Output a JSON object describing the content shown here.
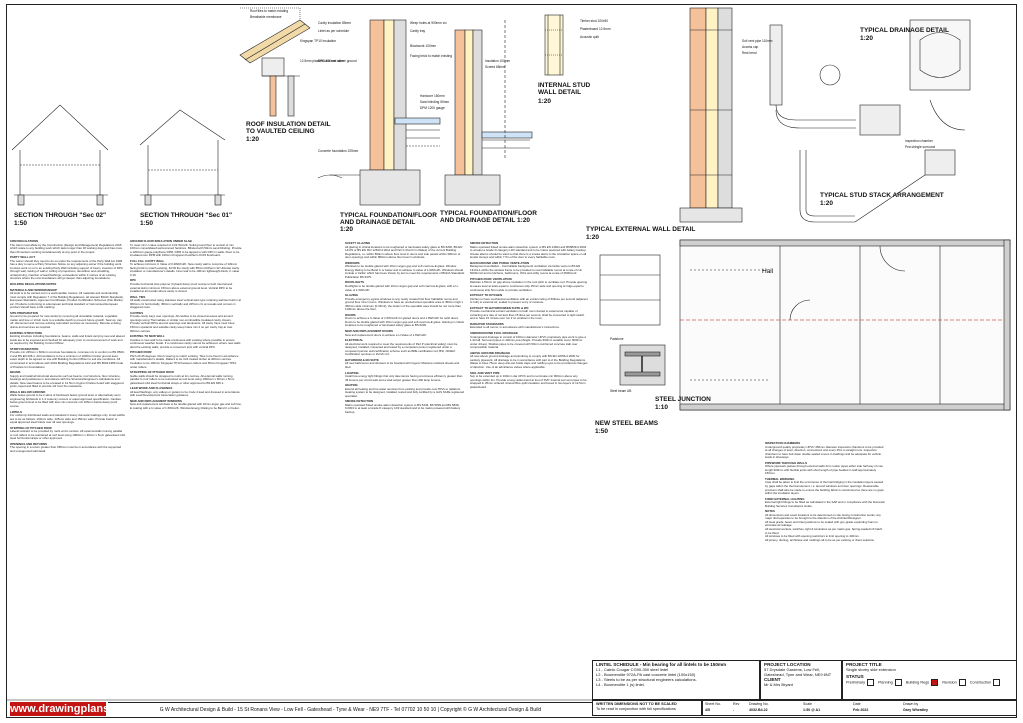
{
  "sections": {
    "sec02": "SECTION THROUGH \"Sec 02\"",
    "sec02_scale": "1:50",
    "sec01": "SECTION THROUGH \"Sec 01\"",
    "sec01_scale": "1:50",
    "roof": "ROOF INSULATION DETAIL\nTO VAULTED CEILING",
    "roof_scale": "1:20",
    "foundation1": "TYPICAL FOUNDATION/FLOOR\nAND DRAINAGE DETAIL",
    "foundation1_scale": "1:20",
    "foundation2": "TYPICAL FOUNDATION/FLOOR\nAND DRAINAGE DETAIL 1:20",
    "stud": "INTERNAL STUD\nWALL DETAIL",
    "stud_scale": "1:20",
    "ext_wall": "TYPICAL EXTERNAL WALL DETAIL",
    "ext_wall_scale": "1:20",
    "drainage": "TYPICAL DRAINAGE DETAIL",
    "drainage_scale": "1:20",
    "stack": "TYPICAL STUD STACK ARRANGEMENT",
    "stack_scale": "1:20",
    "steel_junction": "STEEL JUNCTION",
    "steel_scale": "1:10",
    "new_steel": "NEW STEEL BEAMS",
    "new_steel_scale": "1:50",
    "hall": "Hall"
  },
  "notes": {
    "col1": [
      {
        "h": "CDM REGULATIONS",
        "t": "The client must abide by the Construction (Design and Management) Regulations 2015 which relate to any building work which lasts longer than 30 working days and has more than 20 workers working simultaneously at any point in the project."
      },
      {
        "h": "PARTY WALL ACT",
        "t": "The owner should they need to do so under the requirements of the Party Wall Act 1996 has a duty to serve a Party Structure Notice on any adjoining owner if the building work involves work on or to an existing Party Wall including support of beam, insertion of DPC through wall, raising of wall or cutting of projections, demolition and rebuilding, underpinning, insertion of lead flashings, excavations within 3 metres of an existing structure where the new foundations will go deeper than adjoining foundations."
      },
      {
        "h": "BUILDING REGULATIONS NOTES",
        "t": ""
      },
      {
        "h": "MATERIALS AND WORKMANSHIP",
        "t": "All work is to be carried out in a workmanlike manner. All materials and workmanship must comply with Regulation 7 of the Building Regulations, all relevant British Standards, European Standards, Agrement Certificates, Product Certification Schemes (Kite Marks) etc. Products conforming to a European technical standard or harmonised European product should have a CE marking."
      },
      {
        "h": "SITE PREPARATION",
        "t": "Ground to be prepared for new works by removing all unsuitable material, vegetable matter and tree or shrub roots to a suitable depth to prevent future growth. Seal up, cap off, disconnect and remove existing redundant services as necessary. Reroute existing drains and services as required."
      },
      {
        "h": "EXISTING STRUCTURE",
        "t": "Existing structure including foundations, beams, walls and lintels carrying new and altered loads are to be exposed and checked for adequacy prior to commencement of work and as required by the Building Control Officer."
      },
      {
        "h": "STRIP FOUNDATION",
        "t": "Provide min 225mm x 600mm concrete foundations, concrete mix to conform to BS 8500-2 and BS EN 206-1. All foundations to be a minimum of 1000mm below ground level, exact depth to be agreed on site with Building Control Officer to suit site conditions. All constructed in accordance with 2004 Building Regulations A1/2 and BS 8004:1986 Code of Practice for Foundations."
      },
      {
        "h": "BEAMS",
        "t": "Supply and install all structural elements such as beams, roof structure, floor structure, bearings and padstones in accordance with the Structural Engineer's calculations and details. New steel beams to be encased in 12.5mm Gyproc Fireline board with staggered joints, taped and filled to provide 1/2 hour fire resistance."
      },
      {
        "h": "WALLS BELOW GROUND",
        "t": "Walls below ground to be 2 skins of blockwork below ground level or alternatively semi engineering brickwork in 1:4 masonry cement or equal approved specification. Cavities below ground level to be filled with lean mix concrete min 225mm below damp proof course."
      },
      {
        "h": "LINTELS",
        "t": "For uniformly distributed loads and standard 2 storey domestic loadings only. Lintel widths are to be as follows: 100mm wide, 125mm wide and 150mm wide. Provide Catnic or equal approved steel lintels over all new openings."
      },
      {
        "h": "STEPPING OF PITCHED ROOF",
        "t": "Lateral restraint to be provided by roofs at 2m centres. All external walls running parallel to roof rafters to be restrained at roof level using 1000mm x 30mm x 5mm galvanised mild steel horizontal straps or other approved."
      },
      {
        "h": "OPENINGS AND RETURNS",
        "t": "The opening in a return greater than 665mm must be in accordance with the supported and unsupported wall detail."
      }
    ],
    "col2": [
      {
        "h": "GROUND FLOOR INSULATION UNDER SLAB",
        "t": "To meet min U value required of 0.22 W/m2K. Solid ground floor to consist of min 100mm consolidated well-rammed hardcore. Blinded with 50mm sand blinding. Provide a 1200mm gauge polythene DPM. DPM to be lapped in with DPC in walls. Floor to be insulated over DPM with 100mm Kingspan Kooltherm K103 floorboard."
      },
      {
        "h": "FULL FILL CAVITY WALL",
        "t": "To achieve minimum U Value of 0.28W/m2K. New cavity wall to comprise of 102mm facing brick to match existing, full fill the cavity with 85mm Dritherm 32 Ultimate cavity insulation or manufacturer's details. Inner leaf to be 100mm lightweight block, K value 0.19."
      },
      {
        "h": "DPC",
        "t": "Provide horizontal strip polymer (hyload) damp proof course to both internal and external skins minimum 150mm above external ground level. Vertical DPC to be installed at all reveals where cavity is closed."
      },
      {
        "h": "WALL TIES",
        "t": "All walls constructed using stainless steel vertical twist type retaining wall ties built in at 900mm c/c horizontally, 450mm vertically and 225mm c/c at reveals and corners in staggered rows."
      },
      {
        "h": "CAVITIES",
        "t": "Provide cavity trays over openings. All cavities to be closed at eaves and around openings using Thermabate or similar non-combustible insulated cavity closers. Provide vertical DPCs around openings and abutments. All cavity trays must have 150mm upstands and suitable cavity weep holes min 2 no per cavity tray at max 900mm centres."
      },
      {
        "h": "EXISTING TO NEW WALL",
        "t": "Cavities in new wall to be made continuous with existing where possible to ensure continuous weather break. If a continuous cavity cannot be achieved, where new walls abut the existing walls, provide a movement joint with vertical DPC."
      },
      {
        "h": "PITCHED ROOF",
        "t": "Pitch 20-45 degrees. Roof covering to match existing. Tiles to be fixed in accordance with manufacturer's details. Rafters to be C24 treated timber at 400mm centres. Insulation to be 100mm Kingspan TP10 between rafters and 50mm Kingspan TP10 under rafters."
      },
      {
        "h": "STRAPPING OF PITCHED ROOF",
        "t": "Gable walls should be strapped to roofs at 2m centres. All external walls running parallel to roof rafters to be restrained at roof level using 1000mm x 30mm x 5mm galvanised mild steel horizontal straps or other approved to BS EN 845-1."
      },
      {
        "h": "LEAD WORK AND FLASHINGS",
        "t": "All lead flashings, any valleys or gutters to be Code 4 lead and dressed in accordance with Lead Development Association guidance."
      },
      {
        "h": "NEW AND REPLACEMENT WINDOWS",
        "t": "New and replacement windows to be double glazed with 16mm argon gas and soft low-E coating with a U-value of 1.6W/m2K. Window Energy Rating to be Band C or better."
      }
    ],
    "col3": [
      {
        "h": "SAFETY GLAZING",
        "t": "All glazing in critical locations to be toughened or laminated safety glass to BS 6206, BS EN 14179 or BS EN ISO 12543-2:2011 and Part K (Part N in Wales) of the current Building Regulations, i.e. within 800mm above floor level in doors and side panels within 300mm of door openings and within 800mm above floor level in windows."
      },
      {
        "h": "WINDOWS",
        "t": "Windows to be double glazed with 16mm argon gap and soft coat low-E glass. Window Energy Rating to be Band C or better and to achieve U-value of 1.6W/m2K. Windows should include a 'trickle' which has been shown by test to meet the requirements of British Standards Publication BS 6375."
      },
      {
        "h": "ROOFLIGHTS",
        "t": "Rooflights to be double glazed with 16mm argon gap and soft coat low-E glass, with a U-value of 1.6W/m2K."
      },
      {
        "h": "GLAZING",
        "t": "Provide emergency egress windows to any newly created first floor habitable rooms and ground floor inner rooms. Windows to have an unobstructed openable area of 450mm high x 450mm wide minimum (0.33m2), the bottom of the openable area should be not more than 1100mm above the floor."
      },
      {
        "h": "DOORS",
        "t": "Doors to achieve a U-Value of 1.6W/m2K for glazed doors and 1.8W/m2K for solid doors. Doors to be double glazed with 16mm argon gap and soft coat low-E glass. Glazing in critical locations to be toughened or laminated safety glass to BS 6206."
      },
      {
        "h": "NEW AND REPLACEMENT DOORS",
        "t": "New and replacement doors to achieve a U-Value of 1.6W/m2K."
      },
      {
        "h": "ELECTRICAL",
        "t": "All electrical work required to meet the requirements of Part P (electrical safety) must be designed, installed, inspected and tested by a competent person registered under a competent person self-certification scheme such as BRE certification Ltd, BSI, NICEIC Certification services or Zurich Ltd."
      },
      {
        "h": "BATHROOM & EN SUITE",
        "t": "All new bathrooms and showers to be boarded with Gyproc Moisture resistant sheets and tiled."
      },
      {
        "h": "LIGHTING",
        "t": "Install low energy light fittings that only take lamps having a luminous efficiency greater than 45 lumens per circuit-watt and a total output greater than 400 lamp lumens."
      },
      {
        "h": "HEATING",
        "t": "Extend all heating and hot water services from existing and provide new TRVs to radiators. Heating system to be designed, installed, tested and fully certified by a GAS SAFE registered specialist."
      },
      {
        "h": "SMOKE DETECTION",
        "t": "Mains operated linked smoke alarm detection system to BS 5446, BS 5839 and BS 5839-6:2004 to at least a Grade D category LD3 standard and to be mains powered with battery backup."
      }
    ],
    "col4": [
      {
        "h": "SMOKE DETECTION",
        "t": "Mains operated linked smoke alarm detection system to BS EN 14604 and BS5839-6:2004 to at least a Grade D category LD3 standard and to be mains powered with battery backup. Smoke alarms should be sited so that there is a smoke alarm in the circulation space on all levels/ storeys and within 7.5m of the door to every habitable room."
      },
      {
        "h": "BACKGROUND AND PURGE VENTILATION",
        "t": "Background ventilation - Controllable background ventilation via trickle vents to BS EN 13141-1 within the window frame to be provided to new habitable rooms at a rate of min 5000mm2 and to kitchens, bathrooms, WCs and utility rooms at a rate of 2500mm2."
      },
      {
        "h": "PITCHED ROOF VENTILATION",
        "t": "Maintain a 50mm air gap above insulation in the roof pitch to ventilate roof. Provide opening at eaves level at least equal to continuous strip 25mm wide and opening at ridge equal to continuous strip 5mm wide to provide ventilation."
      },
      {
        "h": "EXTRACT TO KITCHEN",
        "t": "Kitchen to have mechanical ventilation with an extract rating of 60litres per second (adjacent to hob) to external air, sealed to prevent entry of moisture."
      },
      {
        "h": "EXTRACT TO BATHROOM/EN SUITE & WC",
        "t": "Provide mechanical extract ventilation to bath room ducted to external air capable of extracting at a rate of not less than 15 litres per second, shall be connected to light switch and to have 15 minute over run if no window in the room."
      },
      {
        "h": "RADIATOR STANDARDS",
        "t": "Extended to all rooms; in accordance with manufacturer's instructions."
      },
      {
        "h": "UNDERGROUND FOUL DRAINAGE",
        "t": "Underground drainage to consist of 100mm diameter UPVC proprietary pipe work to give a 1:40 fall. Surround pipes in 100mm pea shingle. Provide 600mm suitable cover (900mm under drives). Shallow pipes to be covered with 50mm reinforced concrete slab over compressible material."
      },
      {
        "h": "ABOVE GROUND DRAINAGE",
        "t": "All new above ground drainage and plumbing to comply with BS EN 12056-2:2000 for sanitary pipework. All drainage to be in accordance with part H of the Building Regulations. Waste to have 75mm deep anti-vac bottle traps and rodding eyes to be provided at changes of direction. Use of air admittance valves where applicable."
      },
      {
        "h": "SOIL AND VENT PIPE",
        "t": "Svp to be extended up in 100mm dia UPVC and to terminate min 900mm above any openings within 3m. Provide a long radius bend at foot of SVP. Internal soil vent pipes to be wrapped in 25mm unfaced mineral fibre quilt insulation and boxed in two layers of 12.5mm plasterboard."
      }
    ],
    "col5": [
      {
        "h": "INSPECTION CHAMBERS",
        "t": "Underground quality proprietary UPVC 450mm diameter inspection chambers to be provided at all changes of level, direction, connections and every 45m in straight runs. Inspection chambers to have bolt down double sealed covers in buildings and be adequate for vehicle loads in driveways."
      },
      {
        "h": "PIPEWORK THROUGH WALLS",
        "t": "Where pipework passes through external walls form rocker pipes either side half way of max length 600mm with flexible joints with short length of pipe bedded in wall approximately 150mm."
      },
      {
        "h": "THERMAL BRIDGING",
        "t": "Care shall be taken to limit the occurrence of thermal bridging in the insulation layers caused by gaps within the thermal element, i.e. around windows and door openings. Reasonable provision shall also be made to ensure the building fabric is constructed so there are no gaps within the insulation layers."
      },
      {
        "h": "FIXED EXTERNAL LIGHTING",
        "t": "External light fittings to be fitted as calculated in the SAP and in compliance with the Domestic Building Services Compliance Guide."
      },
      {
        "h": "NOTES",
        "t": ""
      },
      {
        "h": "",
        "t": "All dimensions and exact locations to be determined on site during construction works; any major discrepancies to be brought to the attention of the Architect/Designer."
      },
      {
        "h": "",
        "t": "All steel grade, beam and lintel positions to be sealed with gun-grade expanding foam to eliminate air leakage."
      },
      {
        "h": "",
        "t": "All electrical sockets, switches, light & luminaires as per mains gas. Spring-loaded loft hatch to be fitted."
      },
      {
        "h": "",
        "t": "All windows to be fitted with opening restrictors to limit opening to 100mm."
      },
      {
        "h": "",
        "t": "All joinery, ducting, architrave and moldings all to be as per existing or client selection."
      }
    ]
  },
  "lintel": {
    "title": "LINTEL SCHEDULE  -  Min bearing for all lintels to be 150mm",
    "rows": [
      "L1 - Catnic Cougar CG90-300 steel lintel",
      "L2 - Boomerolite 972A-PA cast concrete lintel (100x150)",
      "L3 - Steels to be as per structural engineers calculations.",
      "L4 - Boomerolite 1 (s) lintel."
    ]
  },
  "notice": {
    "line1": "WRITTEN DIMENSIONS NOT TO BE SCALED",
    "line2": "To be read in conjunction with full specifications"
  },
  "project": {
    "location_label": "PROJECT LOCATION",
    "location": "57 Drysdale Gardens, Low Fell,\nGateshead, Tyne and Wear, NE9 6NT",
    "client_label": "CLIENT",
    "client": "Mr & Mrs Bryant",
    "title_label": "PROJECT TITLE",
    "title": "Single storey side extension",
    "status_label": "STATUS",
    "statuses": [
      "Preliminary",
      "Planning",
      "Building Regs",
      "Revision",
      "Construction"
    ],
    "statuses_checked": [
      false,
      false,
      true,
      false,
      false
    ]
  },
  "bottom": {
    "logo": "www.drawingplans.co.uk",
    "company": "G W Architectural Design & Build - 15 St Ronans View - Low Fell - Gateshead - Tyne & Wear - NE9 7TF - Tel 07702 10 50 10  |  Copyright © G W Architectural Design & Build",
    "sheet_label": "Sheet No.",
    "sheet": "4/5",
    "rev_label": "Rev",
    "rev": "-",
    "drawn_label": "Drawing No.",
    "drawn": "4032.B4.22",
    "scale_label": "Scale",
    "scale": "1:50 @ A1",
    "date_label": "Date",
    "date": "Feb 2022",
    "by_label": "Drawn by",
    "by": "Gary Wheatley"
  },
  "annotations": [
    "Roof tiles to match existing",
    "Breathable membrane",
    "Kingspan TP10 insulation",
    "12.5mm plasterboard and skim",
    "Cavity insulation 85mm",
    "Lintel as per schedule",
    "DPC 150mm above ground",
    "Concrete foundation 225mm",
    "Weep holes at 900mm c/c",
    "Cavity tray",
    "Blockwork 100mm",
    "Facing brick to match existing",
    "Hardcore 150mm",
    "Sand blinding 50mm",
    "DPM 1200 gauge",
    "Insulation 100mm",
    "Screed 65mm",
    "Timber stud 100x50",
    "Plasterboard 12.5mm",
    "Acoustic quilt",
    "Soil vent pipe 110mm",
    "Access cap",
    "Rest bend",
    "Inspection chamber",
    "Pea shingle surround",
    "Padstone",
    "Steel beam UB"
  ]
}
